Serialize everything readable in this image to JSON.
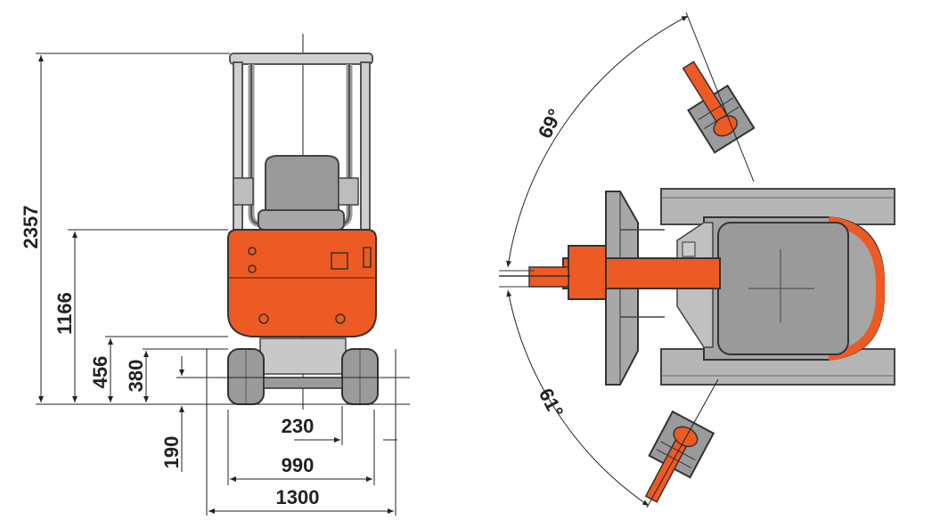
{
  "dimensions": {
    "height_total": "2357",
    "height_canopy": "1166",
    "height_rear": "456",
    "height_body": "380",
    "ground_clearance": "190",
    "track_width": "230",
    "gauge": "990",
    "overall_width": "1300"
  },
  "swing_angles": {
    "upper": "69°",
    "lower": "61°"
  },
  "colors": {
    "orange": "#ee5a24",
    "gray": "#9a9a9a",
    "dark_gray": "#6b6b6b",
    "line": "#222222",
    "light_gray": "#c8c8c8"
  }
}
